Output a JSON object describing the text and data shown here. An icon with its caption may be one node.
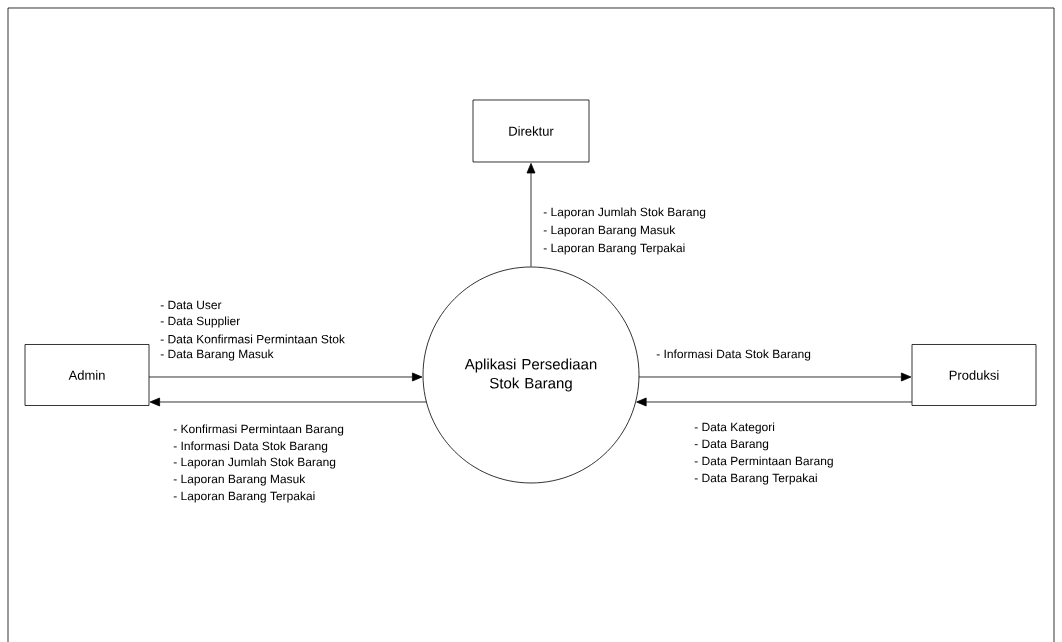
{
  "diagram": {
    "nodes": [
      {
        "text": [
          "Direktur"
        ]
      },
      {
        "text": [
          "Admin"
        ]
      },
      {
        "text": [
          "Aplikasi Persediaan Stok Barang"
        ]
      },
      {
        "text": [
          "Produksi"
        ]
      }
    ],
    "edges": [
      {
        "from": 2,
        "to": 0,
        "arrow": "to"
      },
      {
        "from": 1,
        "to": 2,
        "arrow": "to"
      },
      {
        "from": 2,
        "to": 1,
        "arrow": "to"
      },
      {
        "from": 2,
        "to": 3,
        "arrow": "to"
      },
      {
        "from": 3,
        "to": 2,
        "arrow": "to"
      }
    ],
    "labels": [
      "- Laporan Jumlah Stok Barang",
      "- Laporan Barang Masuk",
      "- Laporan Barang Terpakai",
      "- Data User",
      "- Data Supplier",
      "- Data Konfirmasi Permintaan Stok",
      "- Data Barang Masuk",
      "- Informasi Data Stok Barang",
      "- Konfirmasi Permintaan Barang",
      "- Informasi Data Stok Barang",
      "- Laporan Jumlah Stok Barang",
      "- Laporan Barang Masuk",
      "- Laporan Barang Terpakai",
      "- Data Kategori",
      "- Data Barang",
      "- Data Permintaan Barang",
      "- Data Barang Terpakai"
    ]
  }
}
